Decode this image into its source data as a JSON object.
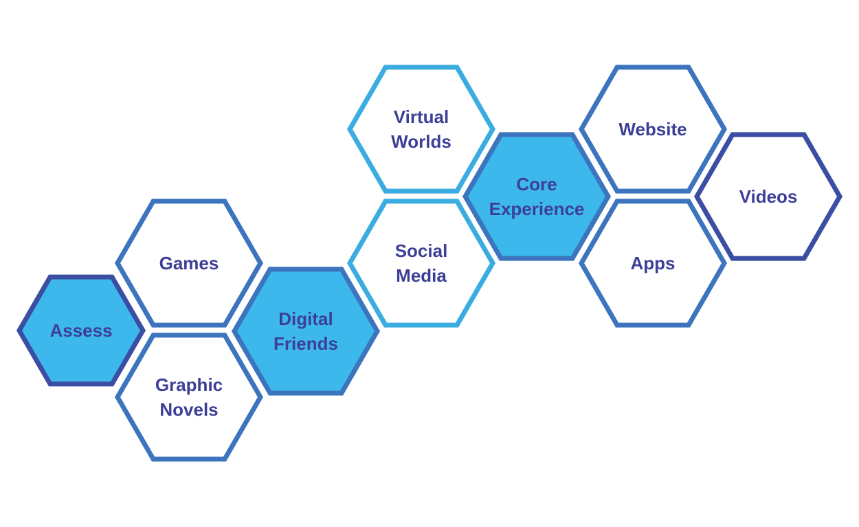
{
  "diagram": {
    "colors": {
      "text": "#3d3f97",
      "fill_highlight": "#3cb8ec",
      "outline_dark": "#3b4ea3",
      "outline_mid": "#3c75bd",
      "outline_light": "#3aace0"
    },
    "hexagons": [
      {
        "id": "assess",
        "lines": [
          "Assess"
        ],
        "filled": true,
        "outline": "outline_dark"
      },
      {
        "id": "games",
        "lines": [
          "Games"
        ],
        "filled": false,
        "outline": "outline_mid"
      },
      {
        "id": "graphic-novels",
        "lines": [
          "Graphic",
          "Novels"
        ],
        "filled": false,
        "outline": "outline_mid"
      },
      {
        "id": "digital-friends",
        "lines": [
          "Digital",
          "Friends"
        ],
        "filled": true,
        "outline": "outline_mid"
      },
      {
        "id": "virtual-worlds",
        "lines": [
          "Virtual",
          "Worlds"
        ],
        "filled": false,
        "outline": "outline_light"
      },
      {
        "id": "social-media",
        "lines": [
          "Social",
          "Media"
        ],
        "filled": false,
        "outline": "outline_light"
      },
      {
        "id": "core-experience",
        "lines": [
          "Core",
          "Experience"
        ],
        "filled": true,
        "outline": "outline_mid"
      },
      {
        "id": "website",
        "lines": [
          "Website"
        ],
        "filled": false,
        "outline": "outline_mid"
      },
      {
        "id": "apps",
        "lines": [
          "Apps"
        ],
        "filled": false,
        "outline": "outline_mid"
      },
      {
        "id": "videos",
        "lines": [
          "Videos"
        ],
        "filled": false,
        "outline": "outline_dark"
      }
    ]
  }
}
